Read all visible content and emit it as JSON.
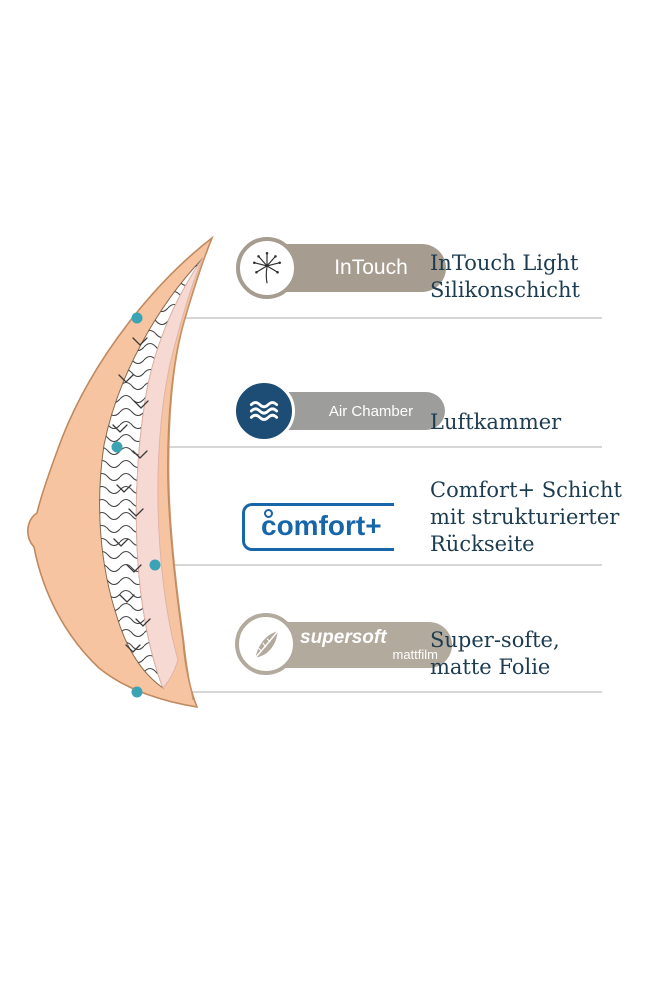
{
  "page": {
    "background": "#ffffff",
    "text_color": "#1d3c50"
  },
  "diagram": {
    "shape_fill": "#f6c4a0",
    "shape_outline": "#c08a5f",
    "inner_pink": "#f7d9d3",
    "dot_color": "#3aa4b5",
    "leader_line_color": "#bdbdbd"
  },
  "rows": [
    {
      "badge": {
        "type": "pill",
        "label": "InTouch",
        "pill_color": "#a69c90",
        "icon": "dandelion-icon"
      },
      "text_lines": [
        "InTouch Light",
        "Silikonschicht"
      ]
    },
    {
      "badge": {
        "type": "pill",
        "label": "Air Chamber",
        "pill_color": "#9d9d9c",
        "circle_color": "#1d4d74",
        "icon": "waves-icon"
      },
      "text_lines": [
        "Luftkammer"
      ]
    },
    {
      "badge": {
        "type": "logo",
        "label": "comfort+",
        "color": "#1766a9"
      },
      "text_lines": [
        "Comfort+ Schicht",
        "mit strukturierter",
        "Rückseite"
      ]
    },
    {
      "badge": {
        "type": "pill",
        "label": "supersoft",
        "sublabel": "mattfilm",
        "pill_color": "#b3aa9e",
        "icon": "feather-icon"
      },
      "text_lines": [
        "Super-softe,",
        "matte Folie"
      ]
    }
  ]
}
